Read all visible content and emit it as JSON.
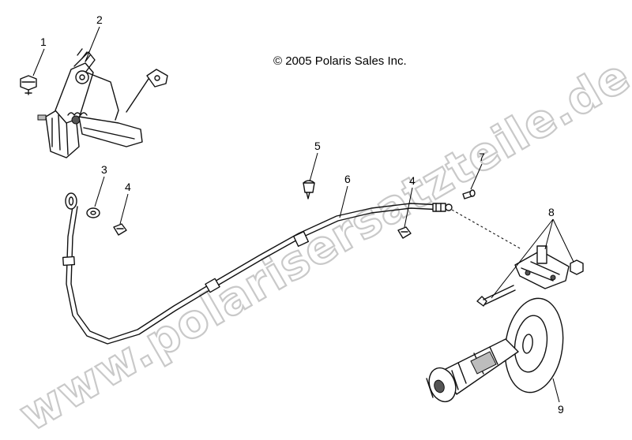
{
  "copyright": "© 2005 Polaris Sales Inc.",
  "watermark": "www.polarisersatzteile.de",
  "callouts": {
    "c1": "1",
    "c2": "2",
    "c3": "3",
    "c4a": "4",
    "c4b": "4",
    "c5": "5",
    "c6": "6",
    "c7": "7",
    "c8": "8",
    "c9": "9"
  },
  "colors": {
    "line": "#111111",
    "watermark_outline": "#c9c9c9",
    "background": "#ffffff"
  }
}
